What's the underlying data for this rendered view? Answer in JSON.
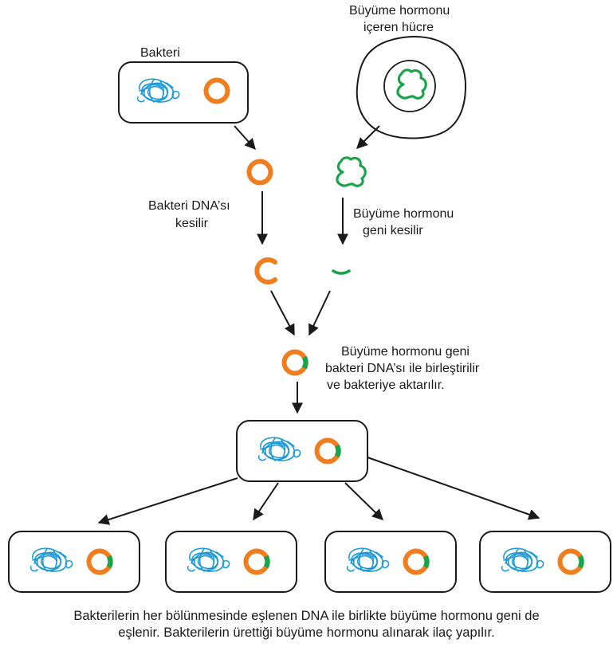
{
  "labels": {
    "bacterium": "Bakteri",
    "hormone_cell_line1": "Büyüme hormonu",
    "hormone_cell_line2": "içeren hücre",
    "cut_bacteria_line1": "Bakteri DNA’sı",
    "cut_bacteria_line2": "kesilir",
    "cut_gene_line1": "Büyüme hormonu",
    "cut_gene_line2": "geni kesilir",
    "combine_line1": "Büyüme hormonu geni",
    "combine_line2": "bakteri DNA’sı ile birleştirilir",
    "combine_line3": "ve bakteriye aktarılır."
  },
  "caption": {
    "line1": "Bakterilerin her bölünmesinde eşlenen DNA ile birlikte büyüme hormonu geni de",
    "line2": "eşlenir. Bakterilerin ürettiği büyüme hormonu alınarak ilaç yapılır."
  },
  "colors": {
    "plasmid": "#f07d1e",
    "gene": "#1aa44a",
    "chromosome": "#1f9ad6",
    "outline": "#1a1a1a"
  }
}
